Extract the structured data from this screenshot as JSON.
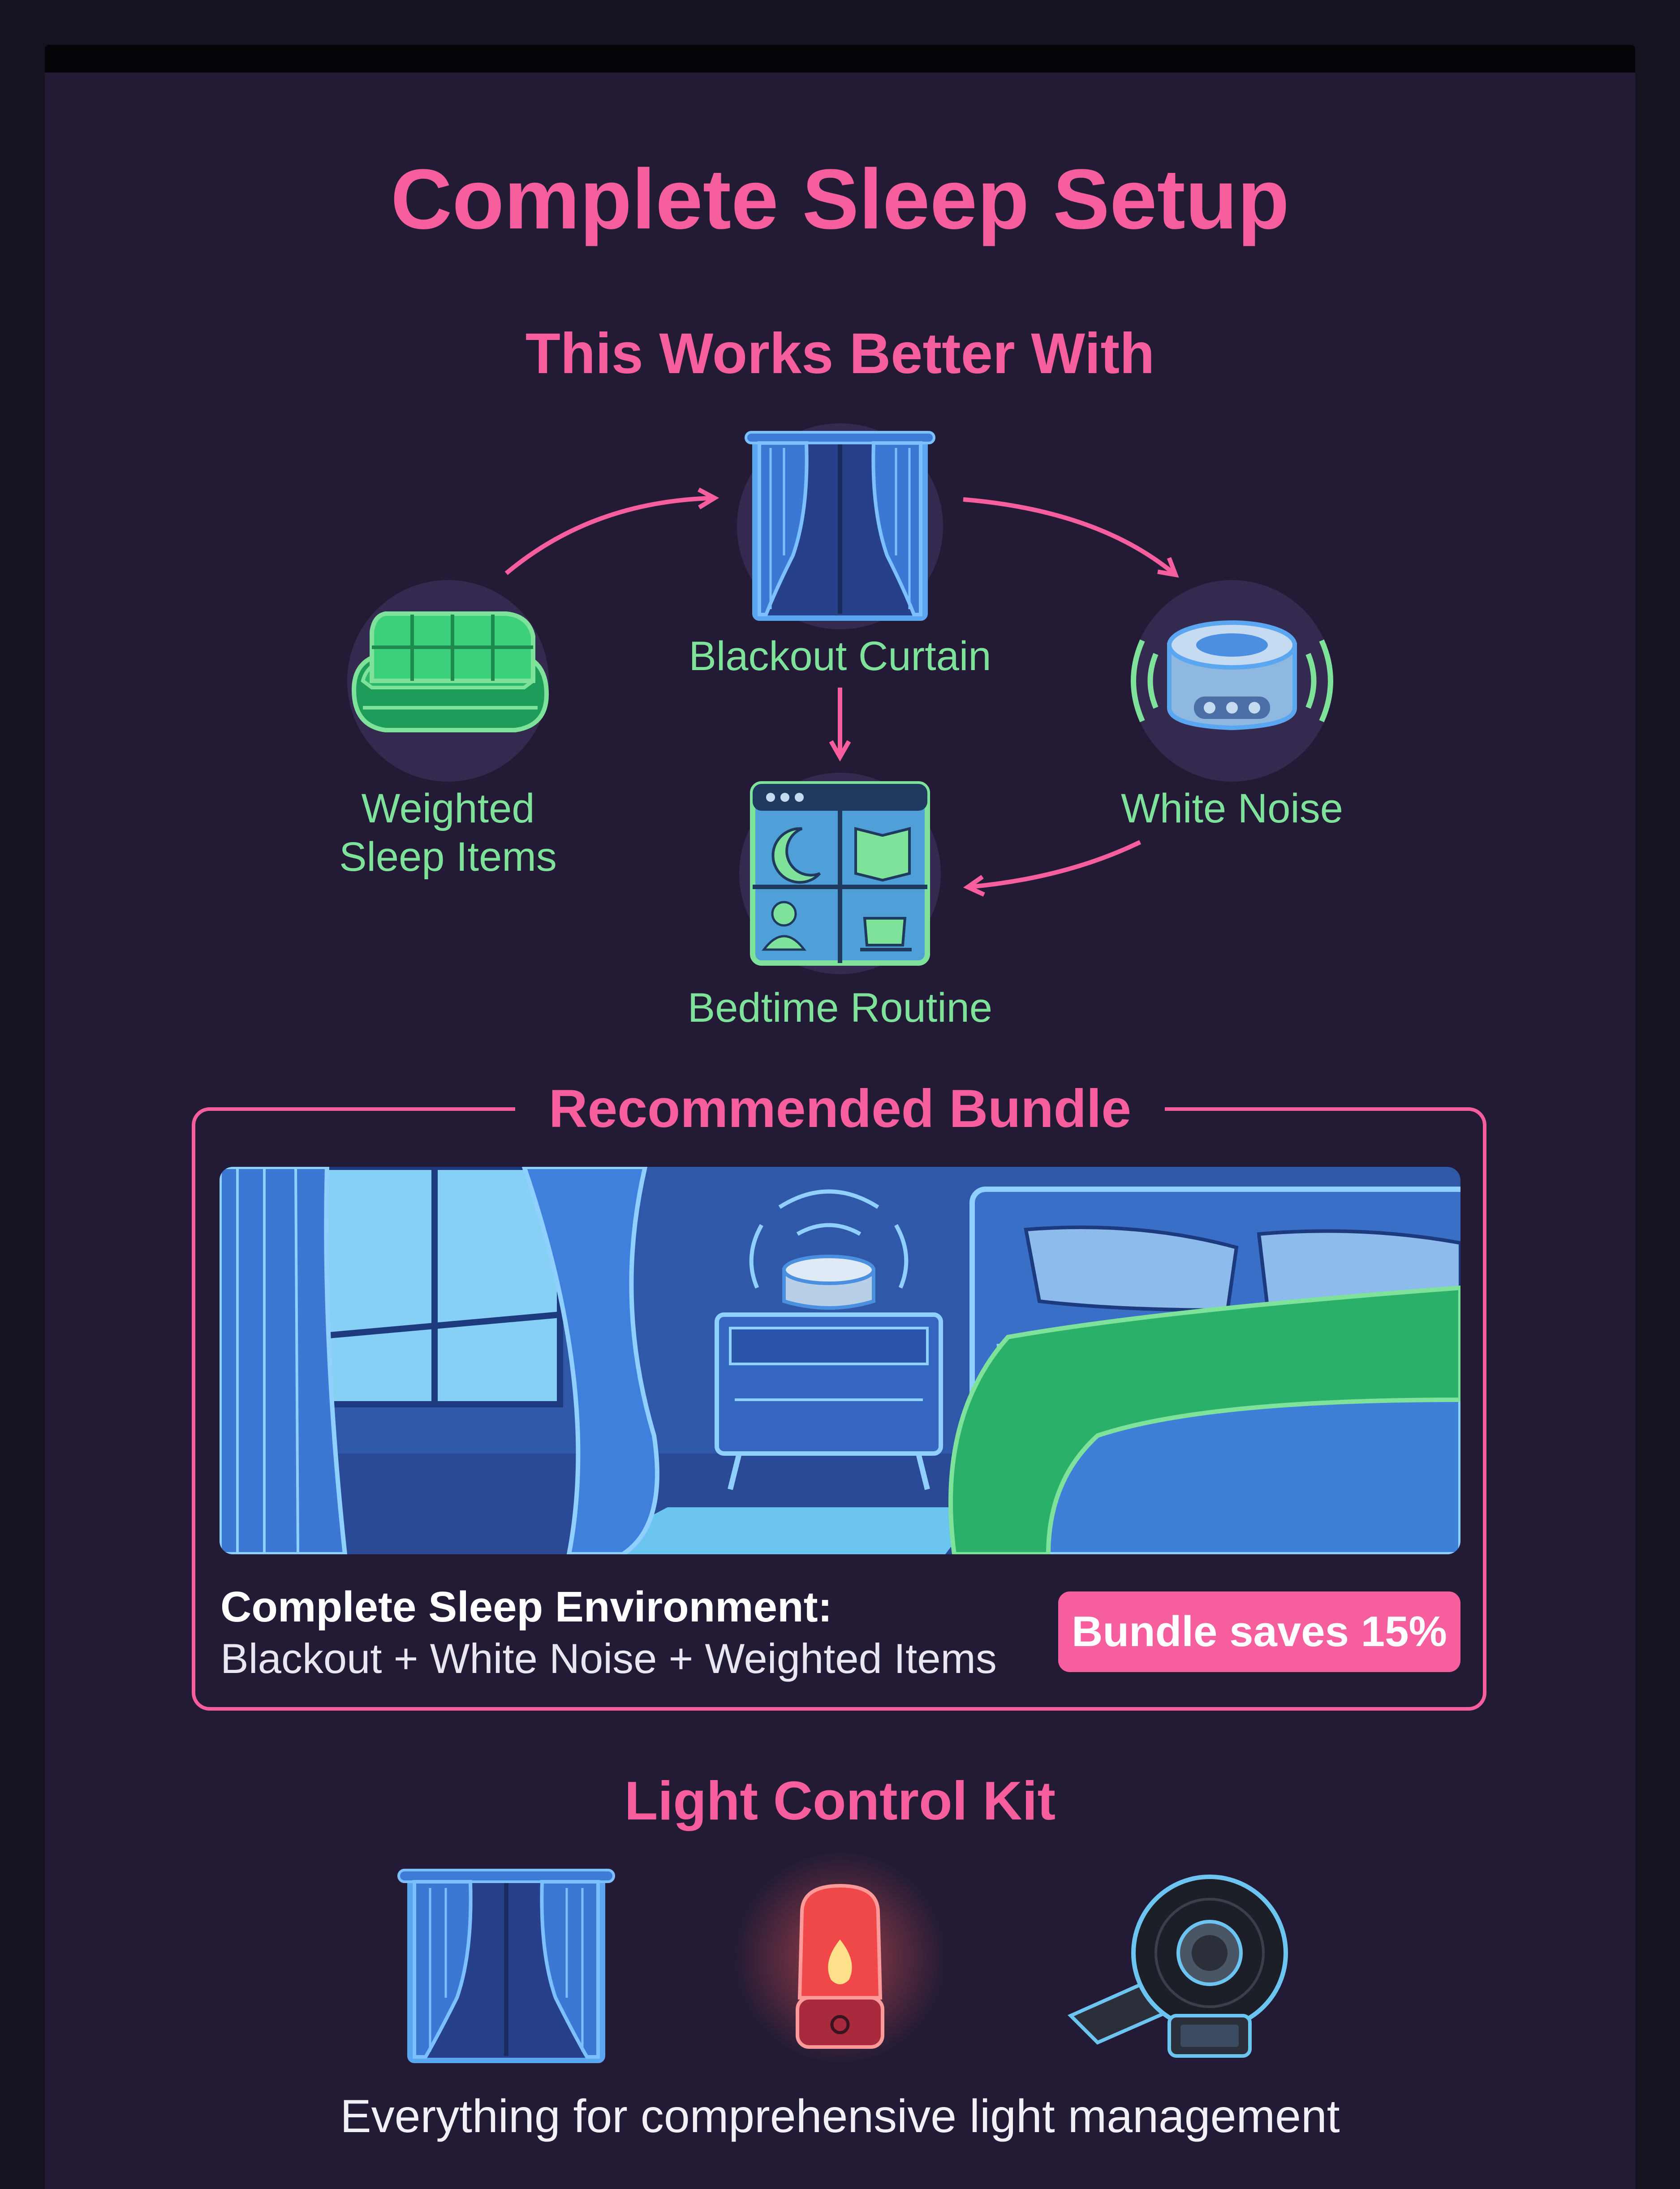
{
  "header": {
    "title": "Complete Sleep Setup",
    "subtitle": "This Works Better With"
  },
  "flow": {
    "nodes": [
      {
        "label": "Blackout Curtain",
        "icon": "curtain-icon"
      },
      {
        "label_line1": "Weighted",
        "label_line2": "Sleep Items",
        "icon": "weighted-blanket-icon"
      },
      {
        "label": "White Noise",
        "icon": "white-noise-machine-icon"
      },
      {
        "label": "Bedtime Routine",
        "icon": "bedtime-routine-icon"
      }
    ]
  },
  "bundle": {
    "title": "Recommended Bundle",
    "name": "Complete Sleep Environment:",
    "items": "Blackout + White Noise + Weighted Items",
    "badge": "Bundle saves 15%"
  },
  "kit": {
    "title": "Light Control Kit",
    "icons": [
      "curtain-icon",
      "night-light-icon",
      "light-blocking-tape-icon"
    ],
    "description": "Everything for comprehensive light management"
  },
  "colors": {
    "accent_pink": "#f75e9e",
    "accent_green": "#7ee29a",
    "accent_blue": "#4a8fe0",
    "background": "#231b35"
  }
}
